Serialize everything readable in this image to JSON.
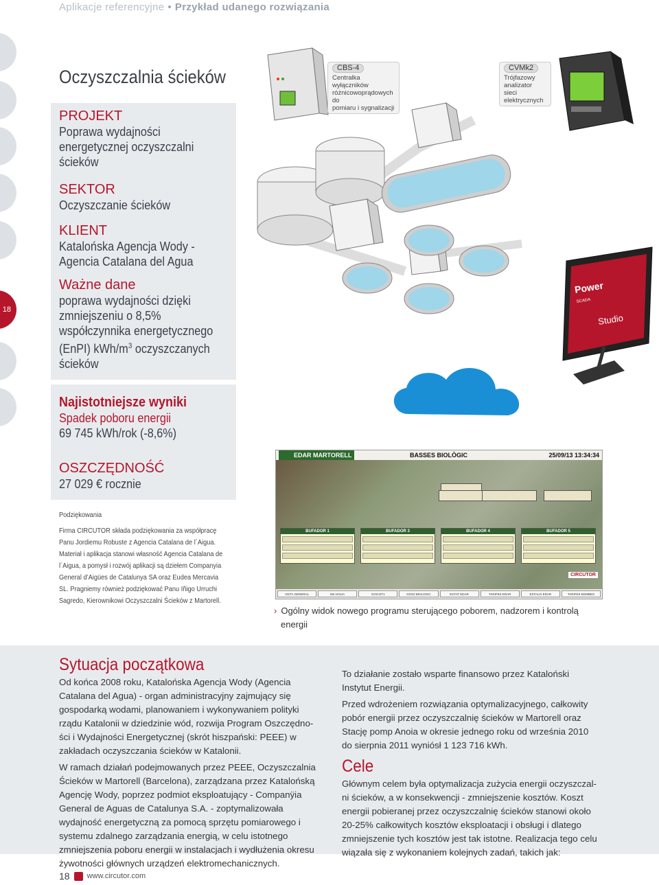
{
  "header": {
    "breadcrumb": "Aplikacje referencyjne",
    "sep": "•",
    "section": "Przykład udanego rozwiązania"
  },
  "side": {
    "page_tab": "18"
  },
  "title": "Oczyszczalnia ścieków",
  "project": {
    "label": "PROJEKT",
    "lines": [
      "Poprawa wydajności",
      "energetycznej oczyszczalni",
      "ścieków"
    ]
  },
  "sector": {
    "label": "SEKTOR",
    "text": "Oczyszczanie ścieków"
  },
  "client": {
    "label": "KLIENT",
    "lines": [
      "Katalońska Agencja Wody -",
      "Agencia Catalana del Agua"
    ]
  },
  "data": {
    "label": "Ważne dane",
    "lines": [
      "poprawa wydajności dzięki",
      "zmniejszeniu o 8,5%",
      "współczynnika energetycznego"
    ],
    "enpi_pre": "(EnPI) kWh/m",
    "enpi_sup": "3",
    "enpi_post": " oczyszczanych",
    "last": "ścieków"
  },
  "results": {
    "label": "Najistotniejsze wyniki",
    "sub": "Spadek poboru energii",
    "value": "69 745 kWh/rok (-8,6%)"
  },
  "savings": {
    "label": "OSZCZĘDNOŚĆ",
    "value": "27 029 € rocznie"
  },
  "ack": {
    "title": "Podziękowania",
    "lines": [
      "Firma CIRCUTOR składa podziękowania za współpracę",
      "Panu Jordiemu Robuste z Agencia Catalana de l´Aigua.",
      "Materiał i aplikacja stanowi własność Agencia Catalana de",
      "l´Aigua, a pomysł i rozwój aplikacji są dziełem Companyia",
      "General d’Aigües de Catalunya SA oraz Eudea Mercavia",
      "SL. Pragniemy również podziękować Panu Iñigo Urruchi",
      "Sagredo, Kierownikowi Oczyszczalni Ścieków z Martorell."
    ]
  },
  "callouts": {
    "cbs": {
      "name": "CBS-4",
      "lines": [
        "Centralka wyłączników",
        "różnicowoprądowych do",
        "pomiaru i sygnalizacji"
      ]
    },
    "cvm": {
      "name": "CVMk2",
      "lines": [
        "Trójfazowy",
        "analizator sieci",
        "elektrycznych"
      ]
    }
  },
  "monitor": {
    "brand1": "Power",
    "brand2": "Studio",
    "tagline": "SCADA"
  },
  "scada": {
    "left": "EDAR MARTORELL",
    "center": "BASSES BIOLÒGIC",
    "right": "25/09/13 13:34:34",
    "pumps": [
      "BUFADOR 1",
      "BUFADOR 3",
      "BUFADOR 4",
      "BUFADOR 5"
    ],
    "logo": "CIRCUTOR",
    "tabs": [
      "VISTA GENERAL",
      "EB AIGUA",
      "GOS-ET1",
      "GOS2 BIOLOGIC",
      "ESTAT EDAR",
      "TARIFES EDAR",
      "ESTALVI EDAR",
      "TARIFES BOMBES"
    ]
  },
  "caption": {
    "arrow": "›",
    "lines": [
      "Ogólny widok nowego programu sterującego poborem, nadzorem i kontrolą",
      "energii"
    ]
  },
  "situation": {
    "title": "Sytuacja początkowa",
    "p1": [
      "Od końca 2008 roku, Katalońska Agencja Wody (Agencia",
      "Catalana del Agua) - organ administracyjny zajmujący się",
      "gospodarką wodami, planowaniem i wykonywaniem polityki",
      "rządu Katalonii w dziedzinie wód, rozwija Program Oszczędno-",
      "ści i Wydajności Energetycznej (skrót hiszpański: PEEE) w",
      "zakładach oczyszczania ścieków w Katalonii."
    ],
    "p2": [
      "W ramach działań podejmowanych przez PEEE, Oczyszczalnia",
      "Ścieków w Martorell (Barcelona), zarządzana przez Katalońską",
      "Agencję Wody, poprzez podmiot eksploatujący - Companÿia",
      "General de Aguas de Catalunya S.A. - zoptymalizowała",
      "wydajność energetyczną za pomocą sprzętu pomiarowego i",
      "systemu zdalnego zarządzania energią, w celu istotnego",
      "zmniejszenia poboru energii w instalacjach i wydłużenia okresu",
      "żywotności głównych urządzeń elektromechanicznych."
    ]
  },
  "right_col": {
    "p1": [
      "To działanie zostało wsparte finansowo przez Kataloński",
      "Instytut Energii."
    ],
    "p2": [
      "Przed wdrożeniem rozwiązania optymalizacyjnego, całkowity",
      "pobór energii przez oczyszczalnię ścieków w Martorell oraz",
      "Stację pomp Anoia w okresie jednego roku od września 2010",
      "do sierpnia 2011 wyniósł 1 123 716 kWh."
    ],
    "goals_title": "Cele",
    "p3": [
      "Głównym celem była optymalizacja zużycia energii oczyszczal-",
      "ni ścieków, a w konsekwencji - zmniejszenie kosztów. Koszt",
      "energii pobieranej przez oczyszczalnię ścieków stanowi około",
      "20-25% całkowitych kosztów eksploatacji i obsługi i dlatego",
      "zmniejszenie tych kosztów jest tak istotne. Realizacja tego celu",
      "wiązała się z wykonaniem kolejnych zadań, takich jak:"
    ]
  },
  "footer": {
    "page": "18",
    "url": "www.circutor.com"
  },
  "colors": {
    "accent": "#b5162b",
    "panel": "#e8ebee",
    "water": "#9fd6ea",
    "cloud": "#1a8fd6"
  }
}
